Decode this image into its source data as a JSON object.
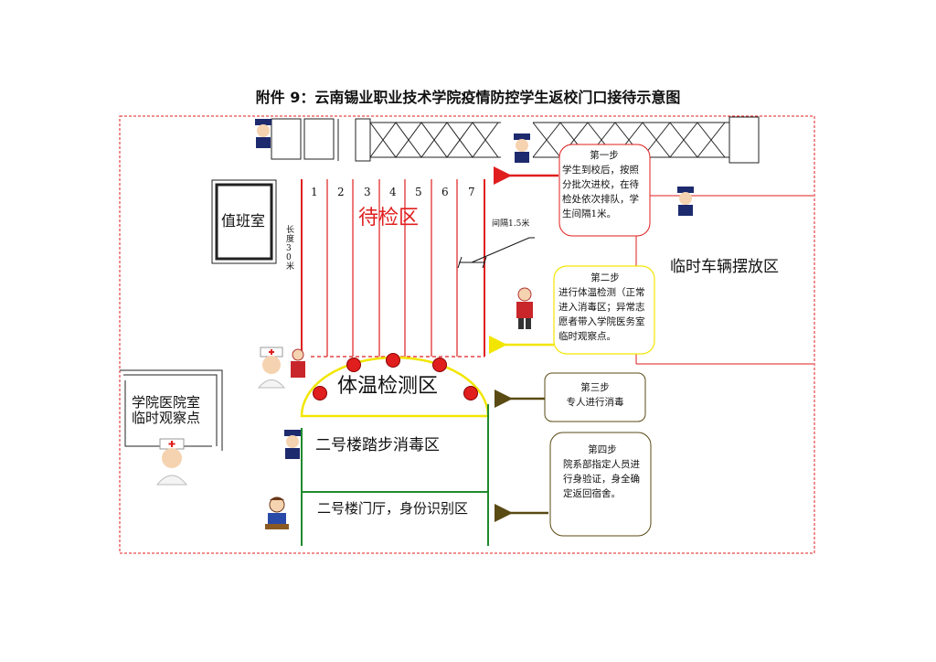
{
  "title": "附件 9：云南锡业职业技术学院疫情防控学生返校门口接待示意图",
  "rooms": {
    "duty_room": "值班室",
    "clinic_line1": "学院医院室",
    "clinic_line2": "临时观察点",
    "parking": "临时车辆摆放区"
  },
  "zones": {
    "waiting": "待检区",
    "temperature": "体温检测区",
    "disinfect": "二号楼踏步消毒区",
    "identity": "二号楼门厅，身份识别区"
  },
  "lanes": [
    "1",
    "2",
    "3",
    "4",
    "5",
    "6",
    "7"
  ],
  "length_label": "长度30米",
  "spacing_label": "间隔1.5米",
  "steps": [
    {
      "title": "第一步",
      "text": "学生到校后，按照分批次进校，在待检处依次排队，学生间隔1米。"
    },
    {
      "title": "第二步",
      "text": "进行体温检测（正常进入消毒区；异常志愿者带入学院医务室临时观察点。"
    },
    {
      "title": "第三步",
      "text": "专人进行消毒"
    },
    {
      "title": "第四步",
      "text": "院系部指定人员进行身验证，身全确定返回宿舍。"
    }
  ],
  "colors": {
    "red": "#e01e1e",
    "yellow": "#f2e600",
    "green": "#1f8a2e",
    "olive": "#5a4a14",
    "navy": "#1d2a6e"
  }
}
